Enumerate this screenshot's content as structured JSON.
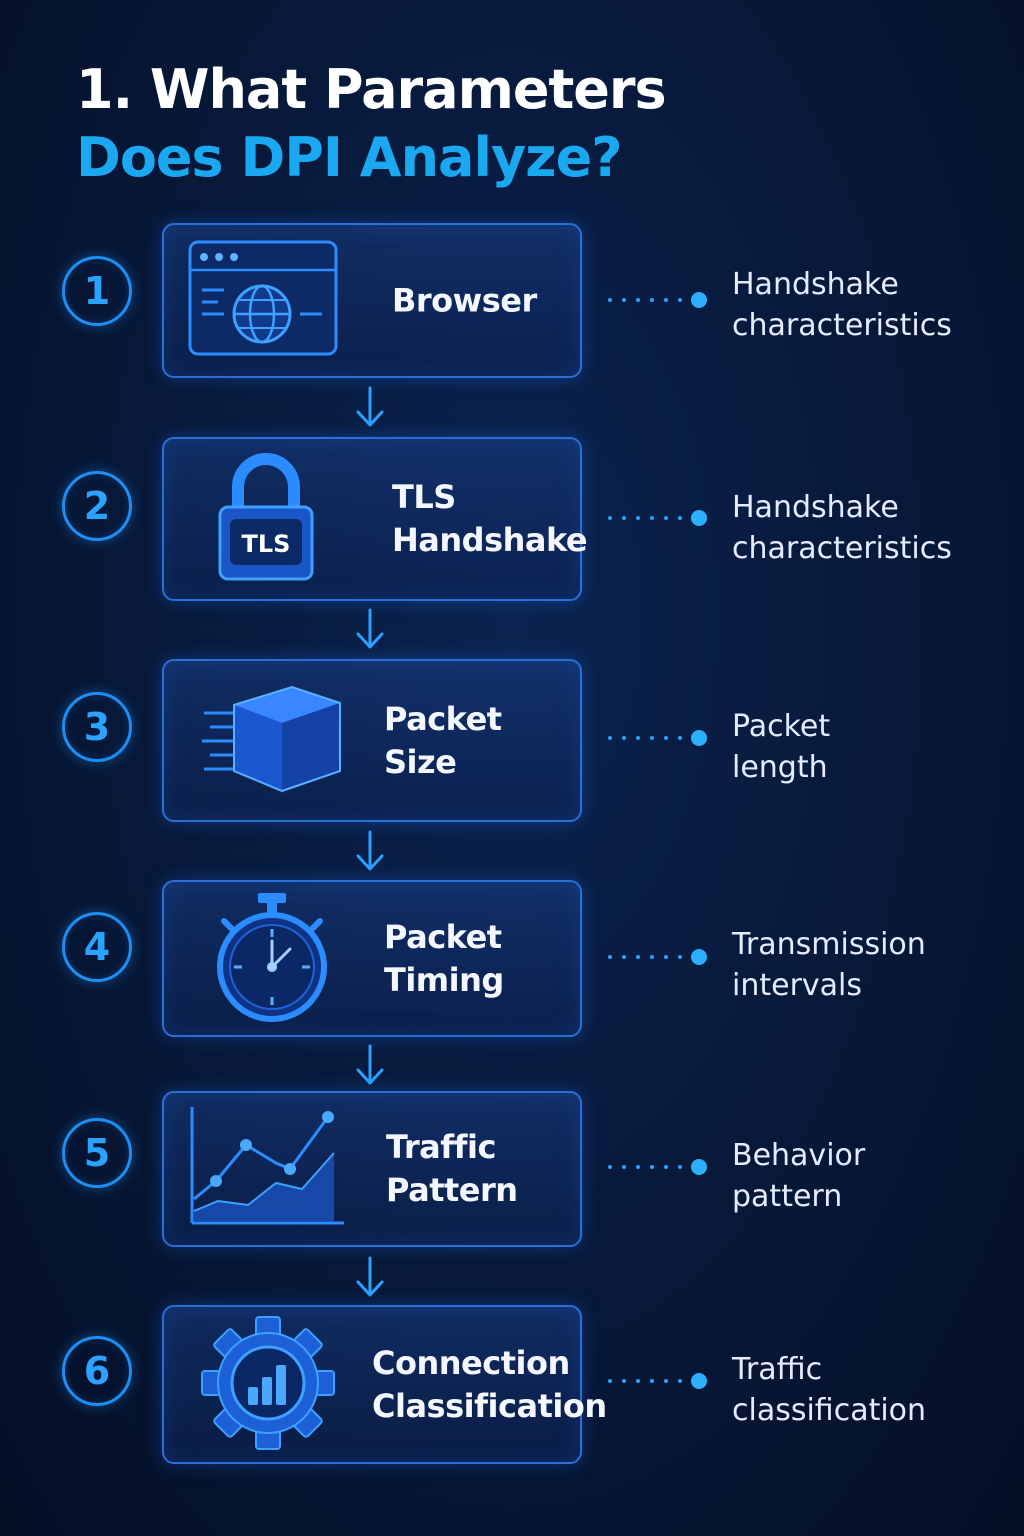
{
  "title": {
    "line1": "1. What Parameters",
    "line2": "Does DPI Analyze?"
  },
  "colors": {
    "accent": "#1aa8f0",
    "border": "#2a6fd8",
    "icon": "#2b8cff"
  },
  "steps": [
    {
      "number": "1",
      "icon": "browser-globe-icon",
      "label": [
        "Browser"
      ],
      "description": [
        "Handshake",
        "characteristics"
      ]
    },
    {
      "number": "2",
      "icon": "padlock-icon",
      "icon_text": "TLS",
      "label": [
        "TLS",
        "Handshake"
      ],
      "description": [
        "Handshake",
        "characteristics"
      ]
    },
    {
      "number": "3",
      "icon": "packet-cube-icon",
      "label": [
        "Packet",
        "Size"
      ],
      "description": [
        "Packet",
        "length"
      ]
    },
    {
      "number": "4",
      "icon": "stopwatch-icon",
      "label": [
        "Packet",
        "Timing"
      ],
      "description": [
        "Transmission",
        "intervals"
      ]
    },
    {
      "number": "5",
      "icon": "line-chart-icon",
      "label": [
        "Traffic",
        "Pattern"
      ],
      "description": [
        "Behavior",
        "pattern"
      ]
    },
    {
      "number": "6",
      "icon": "gear-chart-icon",
      "label": [
        "Connection",
        "Classification"
      ],
      "description": [
        "Traffic",
        "classification"
      ]
    }
  ]
}
